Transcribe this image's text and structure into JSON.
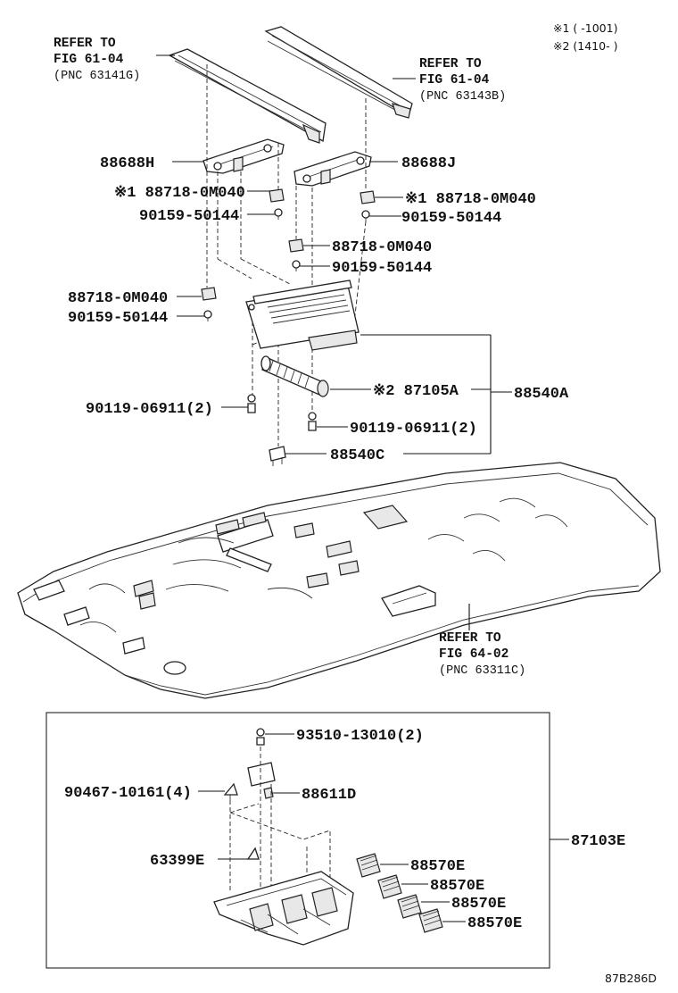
{
  "notes": {
    "note1": "※1 (      -1001)",
    "note2": "※2 (1410-      )"
  },
  "refer_left": {
    "l1": "REFER TO",
    "l2": "FIG 61-04",
    "l3": "(PNC 63141G)"
  },
  "refer_right": {
    "l1": "REFER TO",
    "l2": "FIG 61-04",
    "l3": "(PNC 63143B)"
  },
  "refer_bottom": {
    "l1": "REFER TO",
    "l2": "FIG 64-02",
    "l3": "(PNC 63311C)"
  },
  "parts": {
    "bracket_left": "88688H",
    "bracket_right": "88688J",
    "nut_l1": "※1 88718-0M040",
    "screw_l1": "90159-50144",
    "nut_r1": "※1 88718-0M040",
    "screw_r1": "90159-50144",
    "nut_c": "88718-0M040",
    "screw_c": "90159-50144",
    "nut_l2": "88718-0M040",
    "screw_l2": "90159-50144",
    "screw_06911_left": "90119-06911(2)",
    "motor": "※2 87105A",
    "assy": "88540A",
    "screw_06911_right": "90119-06911(2)",
    "fuse": "88540C",
    "screw_13010": "93510-13010(2)",
    "clip_10161": "90467-10161(4)",
    "holder": "88611D",
    "clip_63399": "63399E",
    "grille_assy": "87103E",
    "grille1": "88570E",
    "grille2": "88570E",
    "grille3": "88570E",
    "grille4": "88570E"
  },
  "diagram_id": "87B286D"
}
